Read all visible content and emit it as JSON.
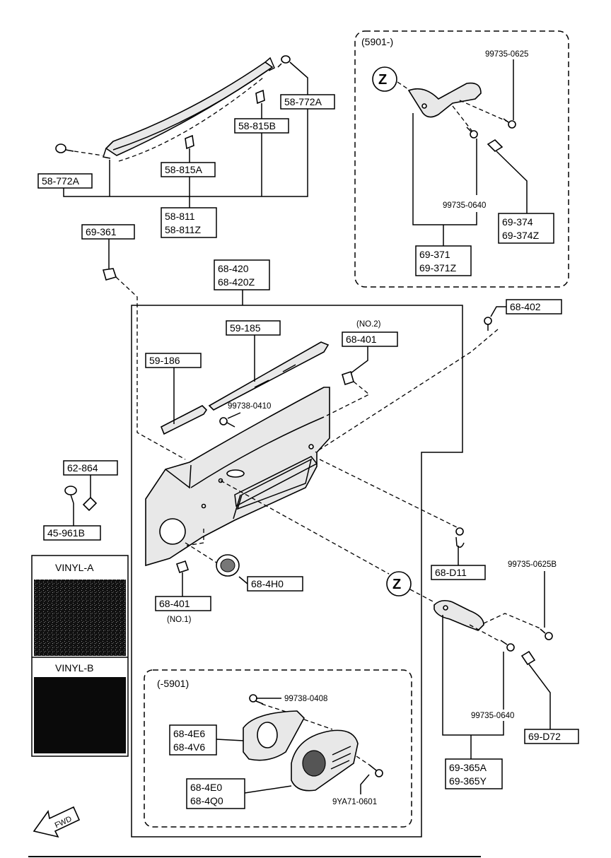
{
  "variants": {
    "after": "(5901-)",
    "before": "(-5901)"
  },
  "parts": {
    "p58_772A_top": "58-772A",
    "p58_815B": "58-815B",
    "p58_772A_left": "58-772A",
    "p58_815A": "58-815A",
    "p58_811": "58-811",
    "p58_811Z": "58-811Z",
    "p69_361": "69-361",
    "p68_420": "68-420",
    "p68_420Z": "68-420Z",
    "p59_185": "59-185",
    "p59_186": "59-186",
    "no2": "(NO.2)",
    "p68_401_top": "68-401",
    "p99738_0410": "99738-0410",
    "p68_402": "68-402",
    "p62_864": "62-864",
    "p45_961B": "45-961B",
    "p68_4H0": "68-4H0",
    "p68_401_bottom": "68-401",
    "no1": "(NO.1)",
    "p68_D11": "68-D11",
    "p99735_0625B": "99735-0625B",
    "p99735_0640_right": "99735-0640",
    "p69_D72": "69-D72",
    "p69_365A": "69-365A",
    "p69_365Y": "69-365Y",
    "p99735_0625": "99735-0625",
    "p99735_0640_inset": "99735-0640",
    "p69_374": "69-374",
    "p69_374Z": "69-374Z",
    "p69_371": "69-371",
    "p69_371Z": "69-371Z",
    "p99738_0408": "99738-0408",
    "p68_4E6": "68-4E6",
    "p68_4V6": "68-4V6",
    "p68_4E0": "68-4E0",
    "p68_4Q0": "68-4Q0",
    "p9YA71_0601": "9YA71-0601"
  },
  "markers": {
    "z": "Z",
    "fwd": "FWD"
  },
  "legend": {
    "vinyl_a": "VINYL-A",
    "vinyl_b": "VINYL-B"
  }
}
